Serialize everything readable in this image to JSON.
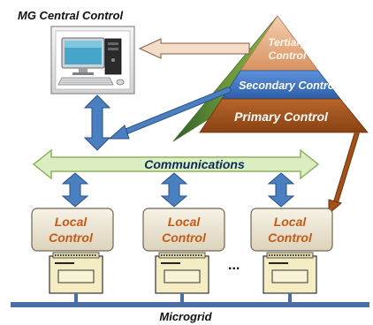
{
  "title": "MG Central Control",
  "pyramid": {
    "tertiary": [
      "Tertiary",
      "Control"
    ],
    "secondary": "Secondary Control",
    "primary": "Primary Control"
  },
  "communications": "Communications",
  "local_controls": [
    [
      "Local",
      "Control"
    ],
    [
      "Local",
      "Control"
    ],
    [
      "Local",
      "Control"
    ]
  ],
  "ellipsis": "...",
  "bus_label": "Microgrid",
  "colors": {
    "tertiary": "#e6ad86",
    "secondary": "#3a73c6",
    "primary": "#a3501a",
    "pyramid_side": "#6a8a2f",
    "comms_fill": "#dbeec2",
    "comms_stroke": "#8eb45d",
    "arrow_blue": "#4a7fc1",
    "arrow_brown": "#9c4f17",
    "local_box": "#ece5d3",
    "bus": "#4b6fa5"
  }
}
